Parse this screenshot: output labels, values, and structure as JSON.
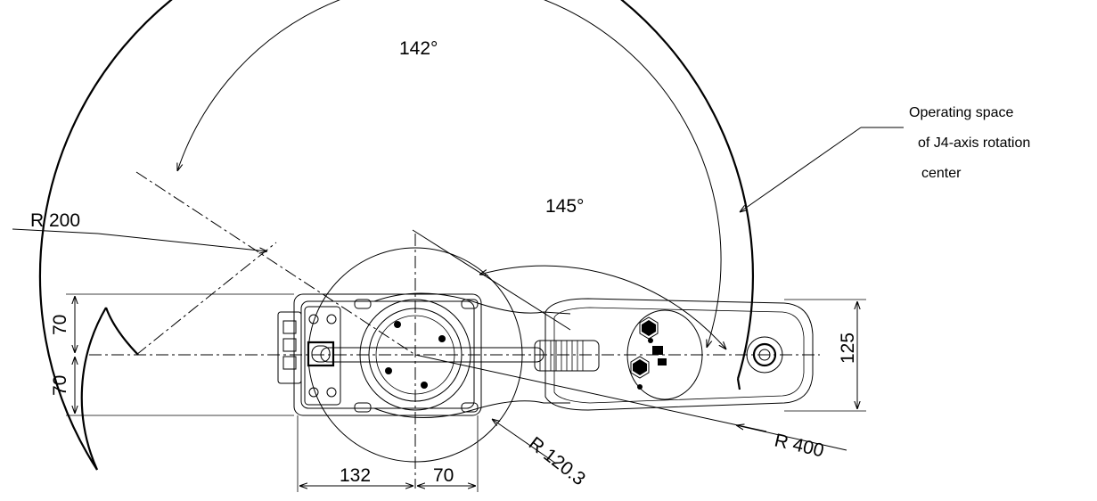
{
  "labels": {
    "angle_outer": "142°",
    "angle_inner": "145°",
    "radius_outer": "R 400",
    "radius_base": "R 120.3",
    "radius_cut": "R 200",
    "dim_base_front": "132",
    "dim_base_rear": "70",
    "dim_upper_offset": "70",
    "dim_lower_offset": "70",
    "dim_arm_width": "125"
  },
  "callout": {
    "line1": "Operating space",
    "line2": "of J4-axis rotation",
    "line3": "center"
  }
}
